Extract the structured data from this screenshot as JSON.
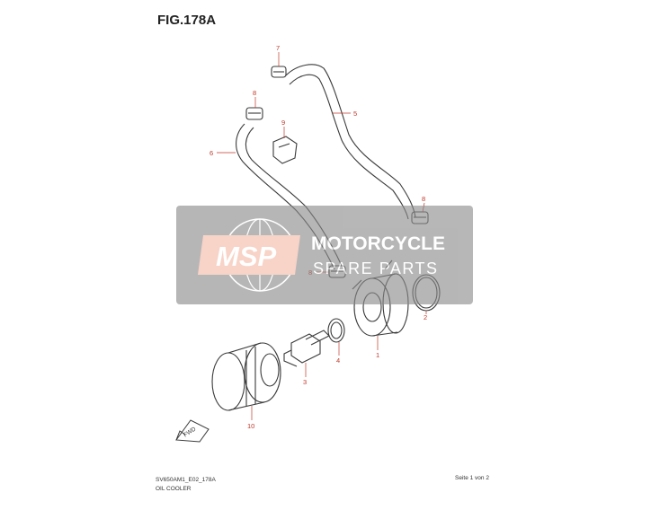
{
  "figure": {
    "title": "FIG.178A",
    "model_code": "SV650AM1_E02_178A",
    "section_name": "OIL COOLER",
    "page_indicator": "Seite 1 von 2"
  },
  "watermark": {
    "logo_text": "MSP",
    "brand_line1": "MOTORCYCLE",
    "brand_line2": "SPARE PARTS",
    "color_accent": "#f4b9a5",
    "color_panel": "#8a8a8a"
  },
  "callouts": [
    {
      "id": "callout-1",
      "label": "1"
    },
    {
      "id": "callout-2",
      "label": "2"
    },
    {
      "id": "callout-3",
      "label": "3"
    },
    {
      "id": "callout-4",
      "label": "4"
    },
    {
      "id": "callout-5",
      "label": "5"
    },
    {
      "id": "callout-6",
      "label": "6"
    },
    {
      "id": "callout-7",
      "label": "7"
    },
    {
      "id": "callout-8a",
      "label": "8"
    },
    {
      "id": "callout-8b",
      "label": "8"
    },
    {
      "id": "callout-8c",
      "label": "8"
    },
    {
      "id": "callout-9",
      "label": "9"
    },
    {
      "id": "callout-10",
      "label": "10"
    }
  ],
  "fwd_marker": "FWD",
  "colors": {
    "callout": "#c0392b",
    "line": "#3a3a3a"
  }
}
